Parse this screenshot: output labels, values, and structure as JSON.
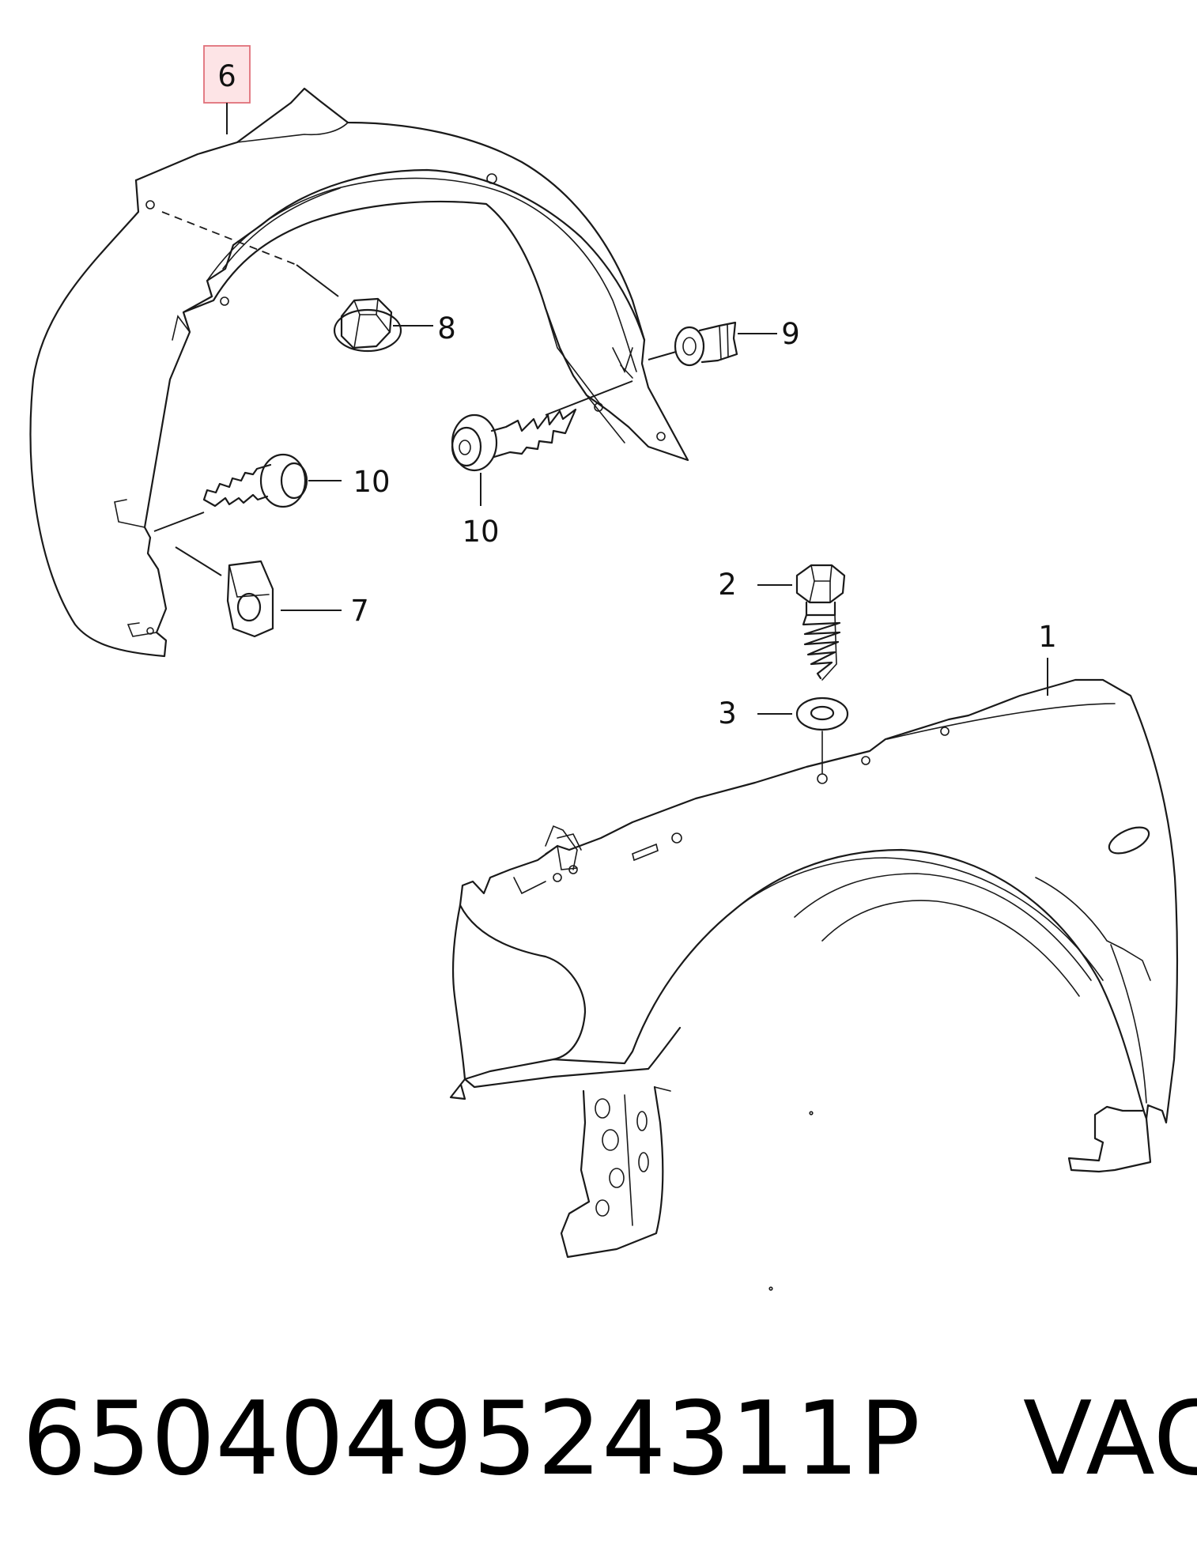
{
  "callouts": {
    "c1": "1",
    "c2": "2",
    "c3": "3",
    "c6": "6",
    "c7": "7",
    "c8": "8",
    "c9": "9",
    "c10a": "10",
    "c10b": "10"
  },
  "footer": {
    "part_number": "6504049524311P",
    "brand": "VAG"
  },
  "highlight_color": "#e0707a"
}
